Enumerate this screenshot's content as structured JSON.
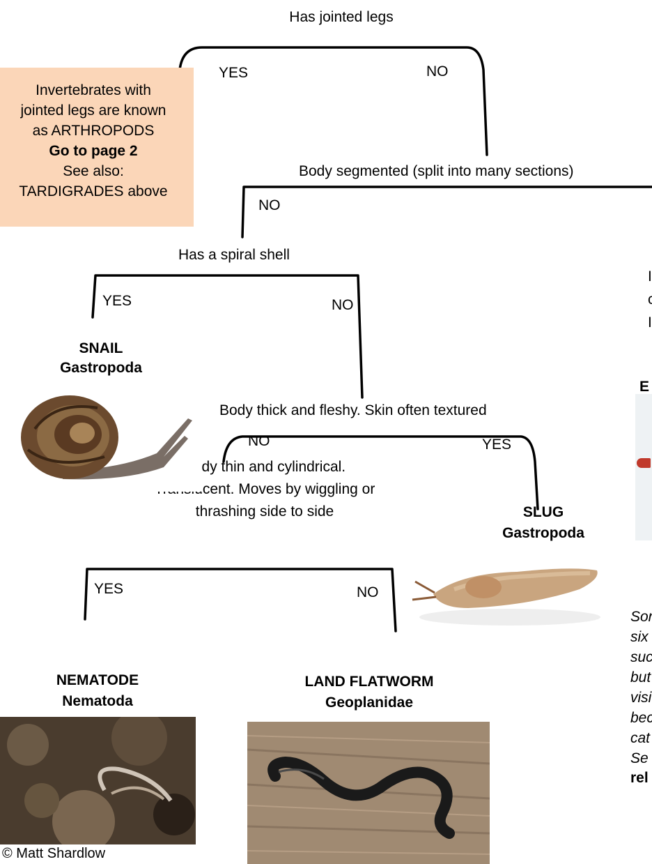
{
  "questions": {
    "q1": "Has jointed legs",
    "q2": "Body segmented (split into many sections)",
    "q3": "Has a spiral shell",
    "q4": "Body thick and fleshy. Skin often textured",
    "q5": [
      "Body thin and cylindrical.",
      "Translucent. Moves by wiggling or",
      "thrashing side to side"
    ]
  },
  "answers": {
    "yes": "YES",
    "no": "NO"
  },
  "arthropod_note": {
    "lines": [
      "Invertebrates with",
      "jointed legs are known",
      "as  ARTHROPODS"
    ],
    "bold_line": "Go to page 2",
    "see_also": [
      "See also:",
      "TARDIGRADES above"
    ]
  },
  "species": {
    "snail": {
      "common": "SNAIL",
      "taxon": "Gastropoda"
    },
    "slug": {
      "common": "SLUG",
      "taxon": "Gastropoda"
    },
    "nematode": {
      "common": "NEMATODE",
      "taxon": "Nematoda"
    },
    "flatworm": {
      "common": "LAND FLATWORM",
      "taxon": "Geoplanidae"
    }
  },
  "right_fragments": {
    "side_lines": [
      "I",
      "c",
      "I"
    ],
    "label": "E",
    "label2": "(",
    "italic_lines": [
      "Sor",
      "six",
      "suc",
      "but",
      "visi",
      "bec",
      "cat",
      " Se"
    ],
    "bold_frag": "rel"
  },
  "credit": "© Matt Shardlow"
}
